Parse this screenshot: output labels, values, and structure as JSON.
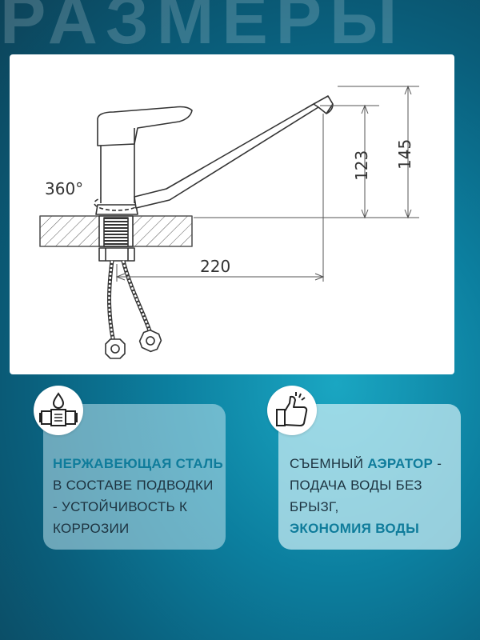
{
  "page_title": "РАЗМЕРЫ",
  "drawing": {
    "rotation_label": "360°",
    "height_inner": "123",
    "height_outer": "145",
    "reach": "220"
  },
  "features": [
    {
      "icon": "stainless-pipe-drop-icon",
      "highlight": "НЕРЖАВЕЮЩАЯ СТАЛЬ",
      "lines": [
        "В СОСТАВЕ ПОДВОДКИ",
        "- УСТОЙЧИВОСТЬ К",
        "КОРРОЗИИ"
      ]
    },
    {
      "icon": "thumbs-up-icon",
      "prefix": "СЪЕМНЫЙ ",
      "highlight": "АЭРАТОР",
      "suffix": " -",
      "lines": [
        "ПОДАЧА ВОДЫ БЕЗ",
        "БРЫЗГ,"
      ],
      "highlight_2": "ЭКОНОМИЯ ВОДЫ"
    }
  ],
  "colors": {
    "accent": "#0f7c9b",
    "text": "#1d3340"
  }
}
